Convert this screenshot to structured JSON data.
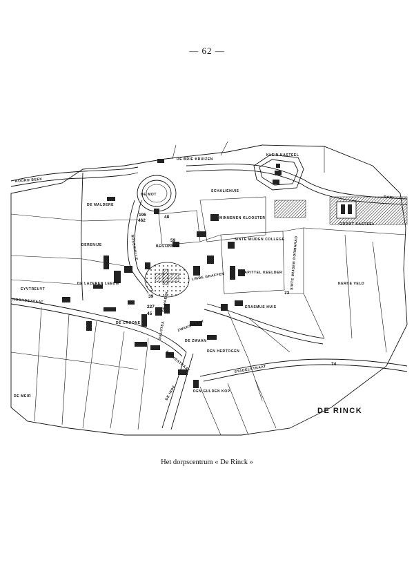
{
  "page_number": "— 62 —",
  "caption": "Het dorpscentrum « De Rinck »",
  "map": {
    "title": "DE RINCK",
    "labels": {
      "noord_beek": "NOORD BEEK",
      "de_brie_kruizen": "DE BRIE KRUIZEN",
      "klein_kasteel": "KLEIN KASTEEL",
      "dam": "DAM",
      "de_mot": "DE MOT",
      "de_maldere": "DE MALDERE",
      "schaliehuis": "SCHALIEHUIS",
      "minnemen_klooster": "MINNEMEN KLOOSTER",
      "groot_kasteel": "GROOT KASTEEL",
      "rosenville": "ROSENVILLE",
      "begijnhof": "BEGIJNHOF",
      "sinte_mijden_college": "SINTE MIJDEN COLLEGE",
      "derenije": "DERENIJE",
      "sinte_mijden_dormarad": "SINTE MIJDEN DORMARAD",
      "de_lazeren_leeuw": "DE LAZEREN LEEUW",
      "capittel_keelder": "CAPITTEL KEELDER",
      "kerke_veld": "KERKE VELD",
      "eyvtreuvt": "EYVTREUVT",
      "linde_graffen": "LINDE GRAFFEN",
      "noordstraat": "NOORDSTRAAT",
      "erasmus_huis": "ERASMUS HUIS",
      "de_haeck": "DE HAECK",
      "de_croone": "DE CROONE",
      "zwanstraat": "ZWANSTRAAT",
      "delstea": "DELSTEA",
      "de_zwaan": "DE ZWAAN",
      "den_hertogen": "DEN HERTOGEN",
      "kerkestraat": "KERKESTRAAT",
      "stadelstraat": "STADELSTRAAT",
      "de_meir": "DE MEIR",
      "de_inde": "DE INDE",
      "den_gulden_kop": "DEN GULDEN KOP"
    },
    "numbers": {
      "n196": "196",
      "n462": "462",
      "n48": "48",
      "n59": "59",
      "n39": "39",
      "n227": "227",
      "n45": "45",
      "n73": "73",
      "n74": "74"
    }
  }
}
